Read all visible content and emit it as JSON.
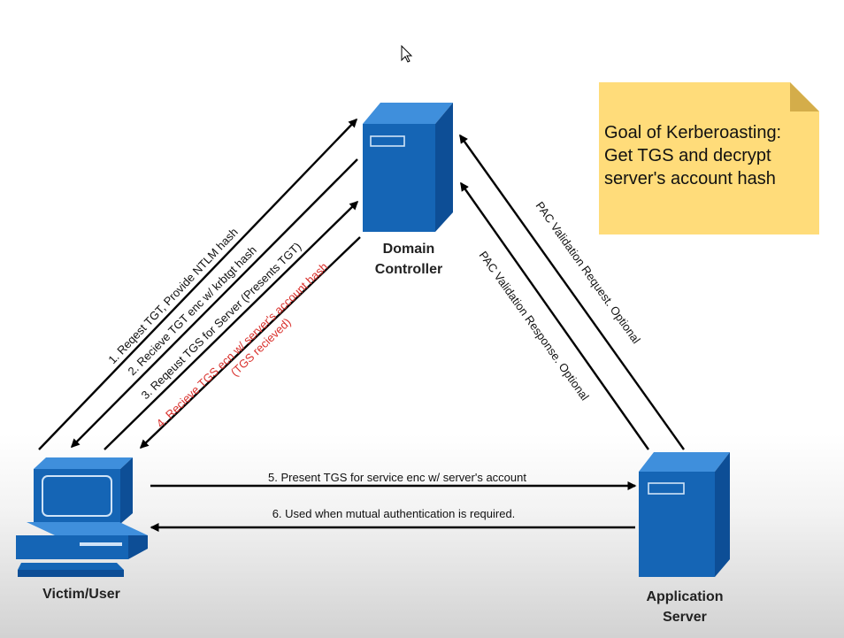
{
  "nodes": {
    "domain_controller": {
      "line1": "Domain",
      "line2": "Controller"
    },
    "victim": {
      "label": "Victim/User"
    },
    "app_server": {
      "line1": "Application",
      "line2": "Server"
    }
  },
  "note": {
    "line1": "Goal of Kerberoasting:",
    "line2": "Get TGS and decrypt",
    "line3": "server's account hash"
  },
  "arrows": {
    "a1": "1. Reqest TGT, Provide NTLM hash",
    "a2": "2. Recieve TGT enc w/ krbtgt hash",
    "a3": "3. Reqeust TGS for Server (Presents TGT)",
    "a4_line1": "4. Recieve TGS ecn w/ server's account hash",
    "a4_line2": "(TGS recieved)",
    "a5": "5. Present TGS for service enc w/ server's account",
    "a6": "6. Used when mutual authentication is required.",
    "pac_request": "PAC Validation Request. Optional",
    "pac_response": "PAC Validation Response. Optional"
  },
  "colors": {
    "server_front": "#1565b5",
    "server_side": "#0d4e96",
    "server_top": "#3f8fdc",
    "note_fill": "#ffdc7a",
    "label_red": "#d9302c"
  }
}
